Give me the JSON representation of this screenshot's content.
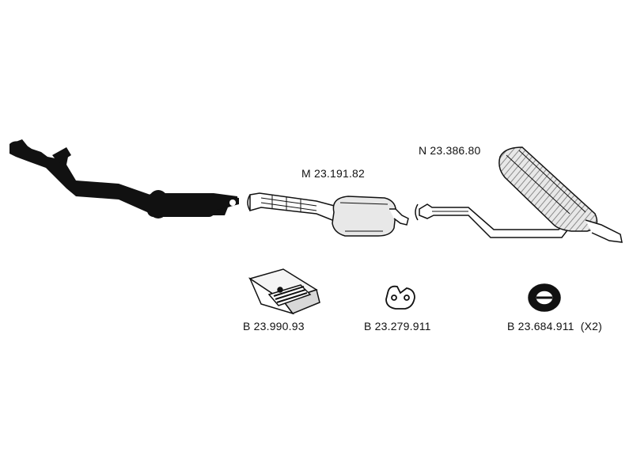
{
  "parts": {
    "middle_silencer": {
      "code": "M 23.191.82"
    },
    "rear_silencer": {
      "code": "N 23.386.80"
    },
    "mounting_kit": {
      "code": "B 23.990.93"
    },
    "rubber_strip": {
      "code": "B 23.279.911"
    },
    "rubber_ring": {
      "code": "B 23.684.911",
      "qty": "(X2)"
    }
  },
  "colors": {
    "ink": "#111111",
    "background": "#ffffff",
    "metal_light": "#e8e8e8",
    "metal_mid": "#9a9a9a"
  }
}
